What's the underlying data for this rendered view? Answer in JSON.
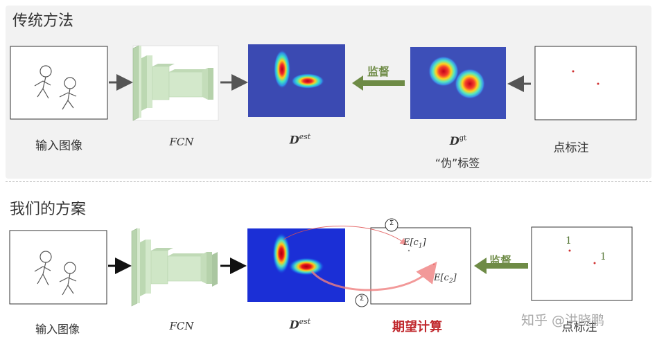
{
  "top": {
    "title": "传统方法",
    "input_caption": "输入图像",
    "fcn_caption": "FCN",
    "dest_caption_main": "D",
    "dest_caption_sup": "est",
    "dgt_caption_main": "D",
    "dgt_caption_sup": "gt",
    "pseudo_label": "“伪”标签",
    "supervise": "监督",
    "points_caption": "点标注"
  },
  "bottom": {
    "title": "我们的方案",
    "input_caption": "输入图像",
    "fcn_caption": "FCN",
    "dest_caption_main": "D",
    "dest_caption_sup": "est",
    "expect_caption": "期望计算",
    "supervise": "监督",
    "points_caption": "点标注",
    "e1_main": "E[c",
    "e1_sub": "1",
    "e1_close": "]",
    "e2_main": "E[c",
    "e2_sub": "2",
    "e2_close": "]",
    "sum_symbol": "Σ",
    "label_one_a": "1",
    "label_one_b": "1"
  },
  "watermark": "知乎 @洪晓鹏",
  "colors": {
    "supervise_green": "#6e8b46",
    "expect_red": "#c0282d",
    "heat_bg": "#3b4ab2",
    "fcn_green": "#cfe6c6"
  }
}
